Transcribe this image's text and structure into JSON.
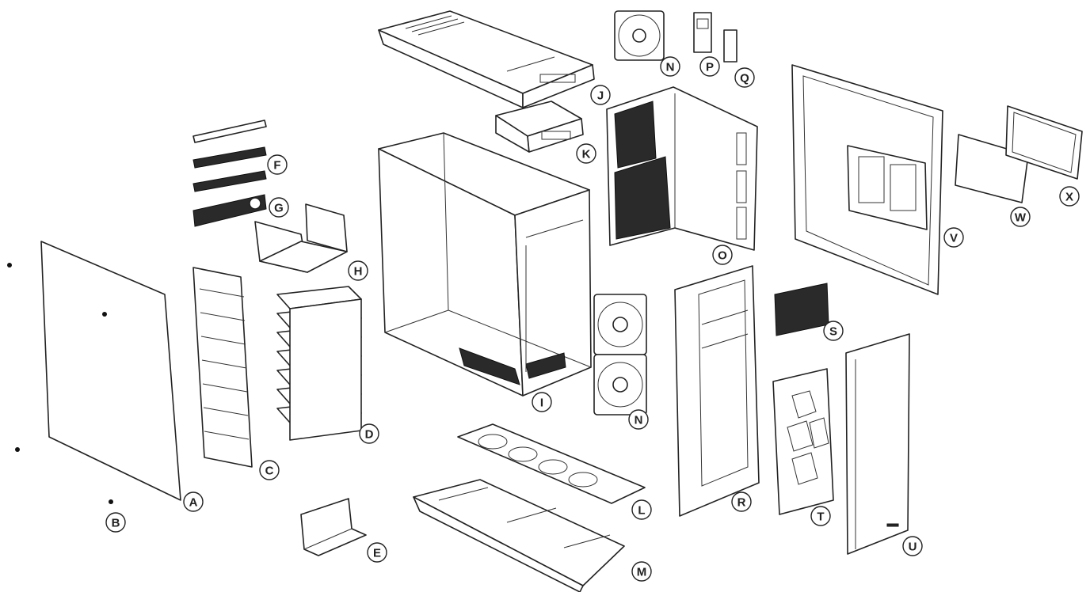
{
  "diagram": {
    "colors": {
      "line": "#222222",
      "background": "#ffffff",
      "mesh": "#2a2a2a"
    },
    "callouts": [
      {
        "id": "A",
        "label": "A"
      },
      {
        "id": "B",
        "label": "B"
      },
      {
        "id": "C",
        "label": "C"
      },
      {
        "id": "D",
        "label": "D"
      },
      {
        "id": "E",
        "label": "E"
      },
      {
        "id": "F",
        "label": "F"
      },
      {
        "id": "G",
        "label": "G"
      },
      {
        "id": "H",
        "label": "H"
      },
      {
        "id": "I",
        "label": "I"
      },
      {
        "id": "J",
        "label": "J"
      },
      {
        "id": "K",
        "label": "K"
      },
      {
        "id": "L",
        "label": "L"
      },
      {
        "id": "M",
        "label": "M"
      },
      {
        "id": "N1",
        "label": "N"
      },
      {
        "id": "N2",
        "label": "N"
      },
      {
        "id": "O",
        "label": "O"
      },
      {
        "id": "P",
        "label": "P"
      },
      {
        "id": "Q",
        "label": "Q"
      },
      {
        "id": "R",
        "label": "R"
      },
      {
        "id": "S",
        "label": "S"
      },
      {
        "id": "T",
        "label": "T"
      },
      {
        "id": "U",
        "label": "U"
      },
      {
        "id": "V",
        "label": "V"
      },
      {
        "id": "W",
        "label": "W"
      },
      {
        "id": "X",
        "label": "X"
      }
    ]
  }
}
